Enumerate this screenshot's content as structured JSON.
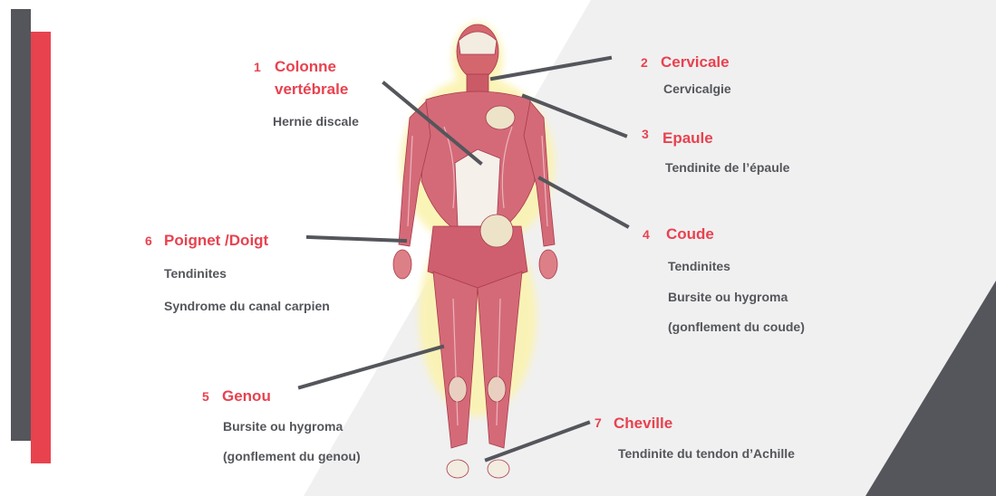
{
  "colors": {
    "accent_red": "#e8424f",
    "dark_gray": "#54565b",
    "light_gray": "#f0f0f0"
  },
  "figure": {
    "icon": "human-muscle-anatomy-back-view"
  },
  "callouts": [
    {
      "id": "colonne",
      "number": "1",
      "title_line1": "Colonne",
      "title_line2": "vertébrale",
      "desc": [
        "Hernie discale"
      ]
    },
    {
      "id": "cervicale",
      "number": "2",
      "title_line1": "Cervicale",
      "desc": [
        "Cervicalgie"
      ]
    },
    {
      "id": "epaule",
      "number": "3",
      "title_line1": "Epaule",
      "desc": [
        "Tendinite de l’épaule"
      ]
    },
    {
      "id": "coude",
      "number": "4",
      "title_line1": "Coude",
      "desc": [
        "Tendinites",
        "Bursite ou hygroma",
        "(gonflement du coude)"
      ]
    },
    {
      "id": "genou",
      "number": "5",
      "title_line1": "Genou",
      "desc": [
        "Bursite ou hygroma",
        "(gonflement du genou)"
      ]
    },
    {
      "id": "poignet",
      "number": "6",
      "title_line1": "Poignet /Doigt",
      "desc": [
        "Tendinites",
        "Syndrome du canal carpien"
      ]
    },
    {
      "id": "cheville",
      "number": "7",
      "title_line1": "Cheville",
      "desc": [
        "Tendinite du tendon d’Achille"
      ]
    }
  ]
}
